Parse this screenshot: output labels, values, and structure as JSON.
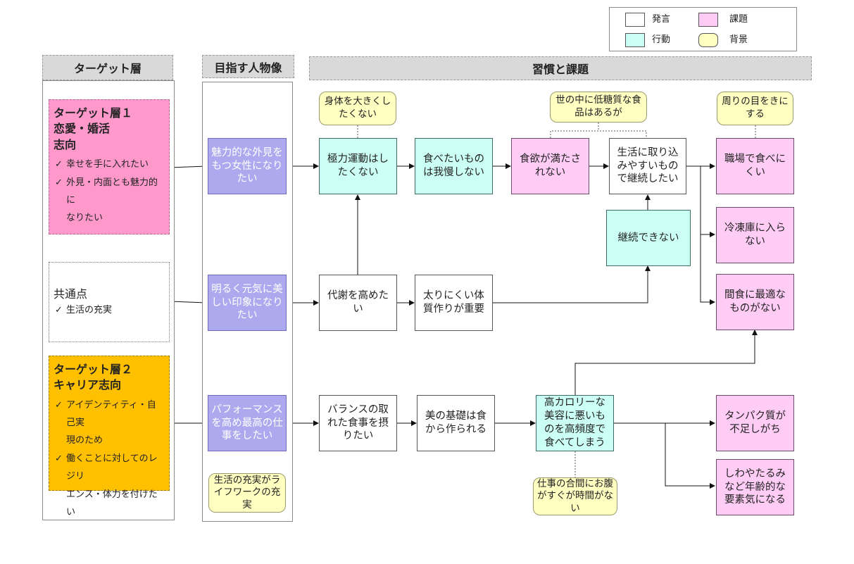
{
  "legend": {
    "statement": "発言",
    "issue": "課題",
    "action": "行動",
    "background": "背景"
  },
  "headers": {
    "target": "ターゲット層",
    "persona": "目指す人物像",
    "habits": "習慣と課題"
  },
  "targets": {
    "t1": {
      "title1": "ターゲット層１",
      "title2": "恋愛・婚活",
      "title3": "志向",
      "items": [
        "幸せを手に入れたい",
        "外見・内面とも魅力的に",
        "なりたい"
      ]
    },
    "common": {
      "title": "共通点",
      "items": [
        "生活の充実"
      ]
    },
    "t2": {
      "title1": "ターゲット層２",
      "title2": "キャリア志向",
      "items": [
        "アイデンティティ・自己実",
        "現のため",
        "働くことに対してのレジリ",
        "エンス・体力を付けたい"
      ]
    }
  },
  "personas": {
    "p1": "魅力的な外見をもつ女性になりたい",
    "p2": "明るく元気に美しい印象になりたい",
    "p3": "パフォーマンスを高め最高の仕事をしたい",
    "p3_bubble": "生活の充実がライフワークの充実"
  },
  "row1": {
    "b1": "極力運動はしたくない",
    "b2": "食べたいものは我慢しない",
    "b3": "食欲が満たされない",
    "b4": "生活に取り込みやすいもので継続したい",
    "b5": "継続できない",
    "i1": "職場で食べにくい",
    "i2": "冷凍庫に入らない",
    "i3": "間食に最適なものがない",
    "bub1": "身体を大きくしたくない",
    "bub2": "世の中に低糖質な食品はあるが",
    "bub3": "周りの目をきにする"
  },
  "row2": {
    "b1": "代謝を高めたい",
    "b2": "太りにくい体質作りが重要"
  },
  "row3": {
    "b1": "バランスの取れた食事を摂りたい",
    "b2": "美の基礎は食から作られる",
    "b3": "高カロリーな美容に悪いものを高頻度で食べてしまう",
    "i1": "タンパク質が不足しがち",
    "i2": "しわやたるみなど年齢的な要素気になる",
    "bub": "仕事の合間にお腹がすぐが時間がない"
  },
  "colors": {
    "statement": "#ffffff",
    "issue": "#ffccf6",
    "action": "#ccfff4",
    "background": "#ffffc2",
    "persona": "#ada9ee",
    "target1": "#ff99cc",
    "target2": "#ffc000"
  }
}
